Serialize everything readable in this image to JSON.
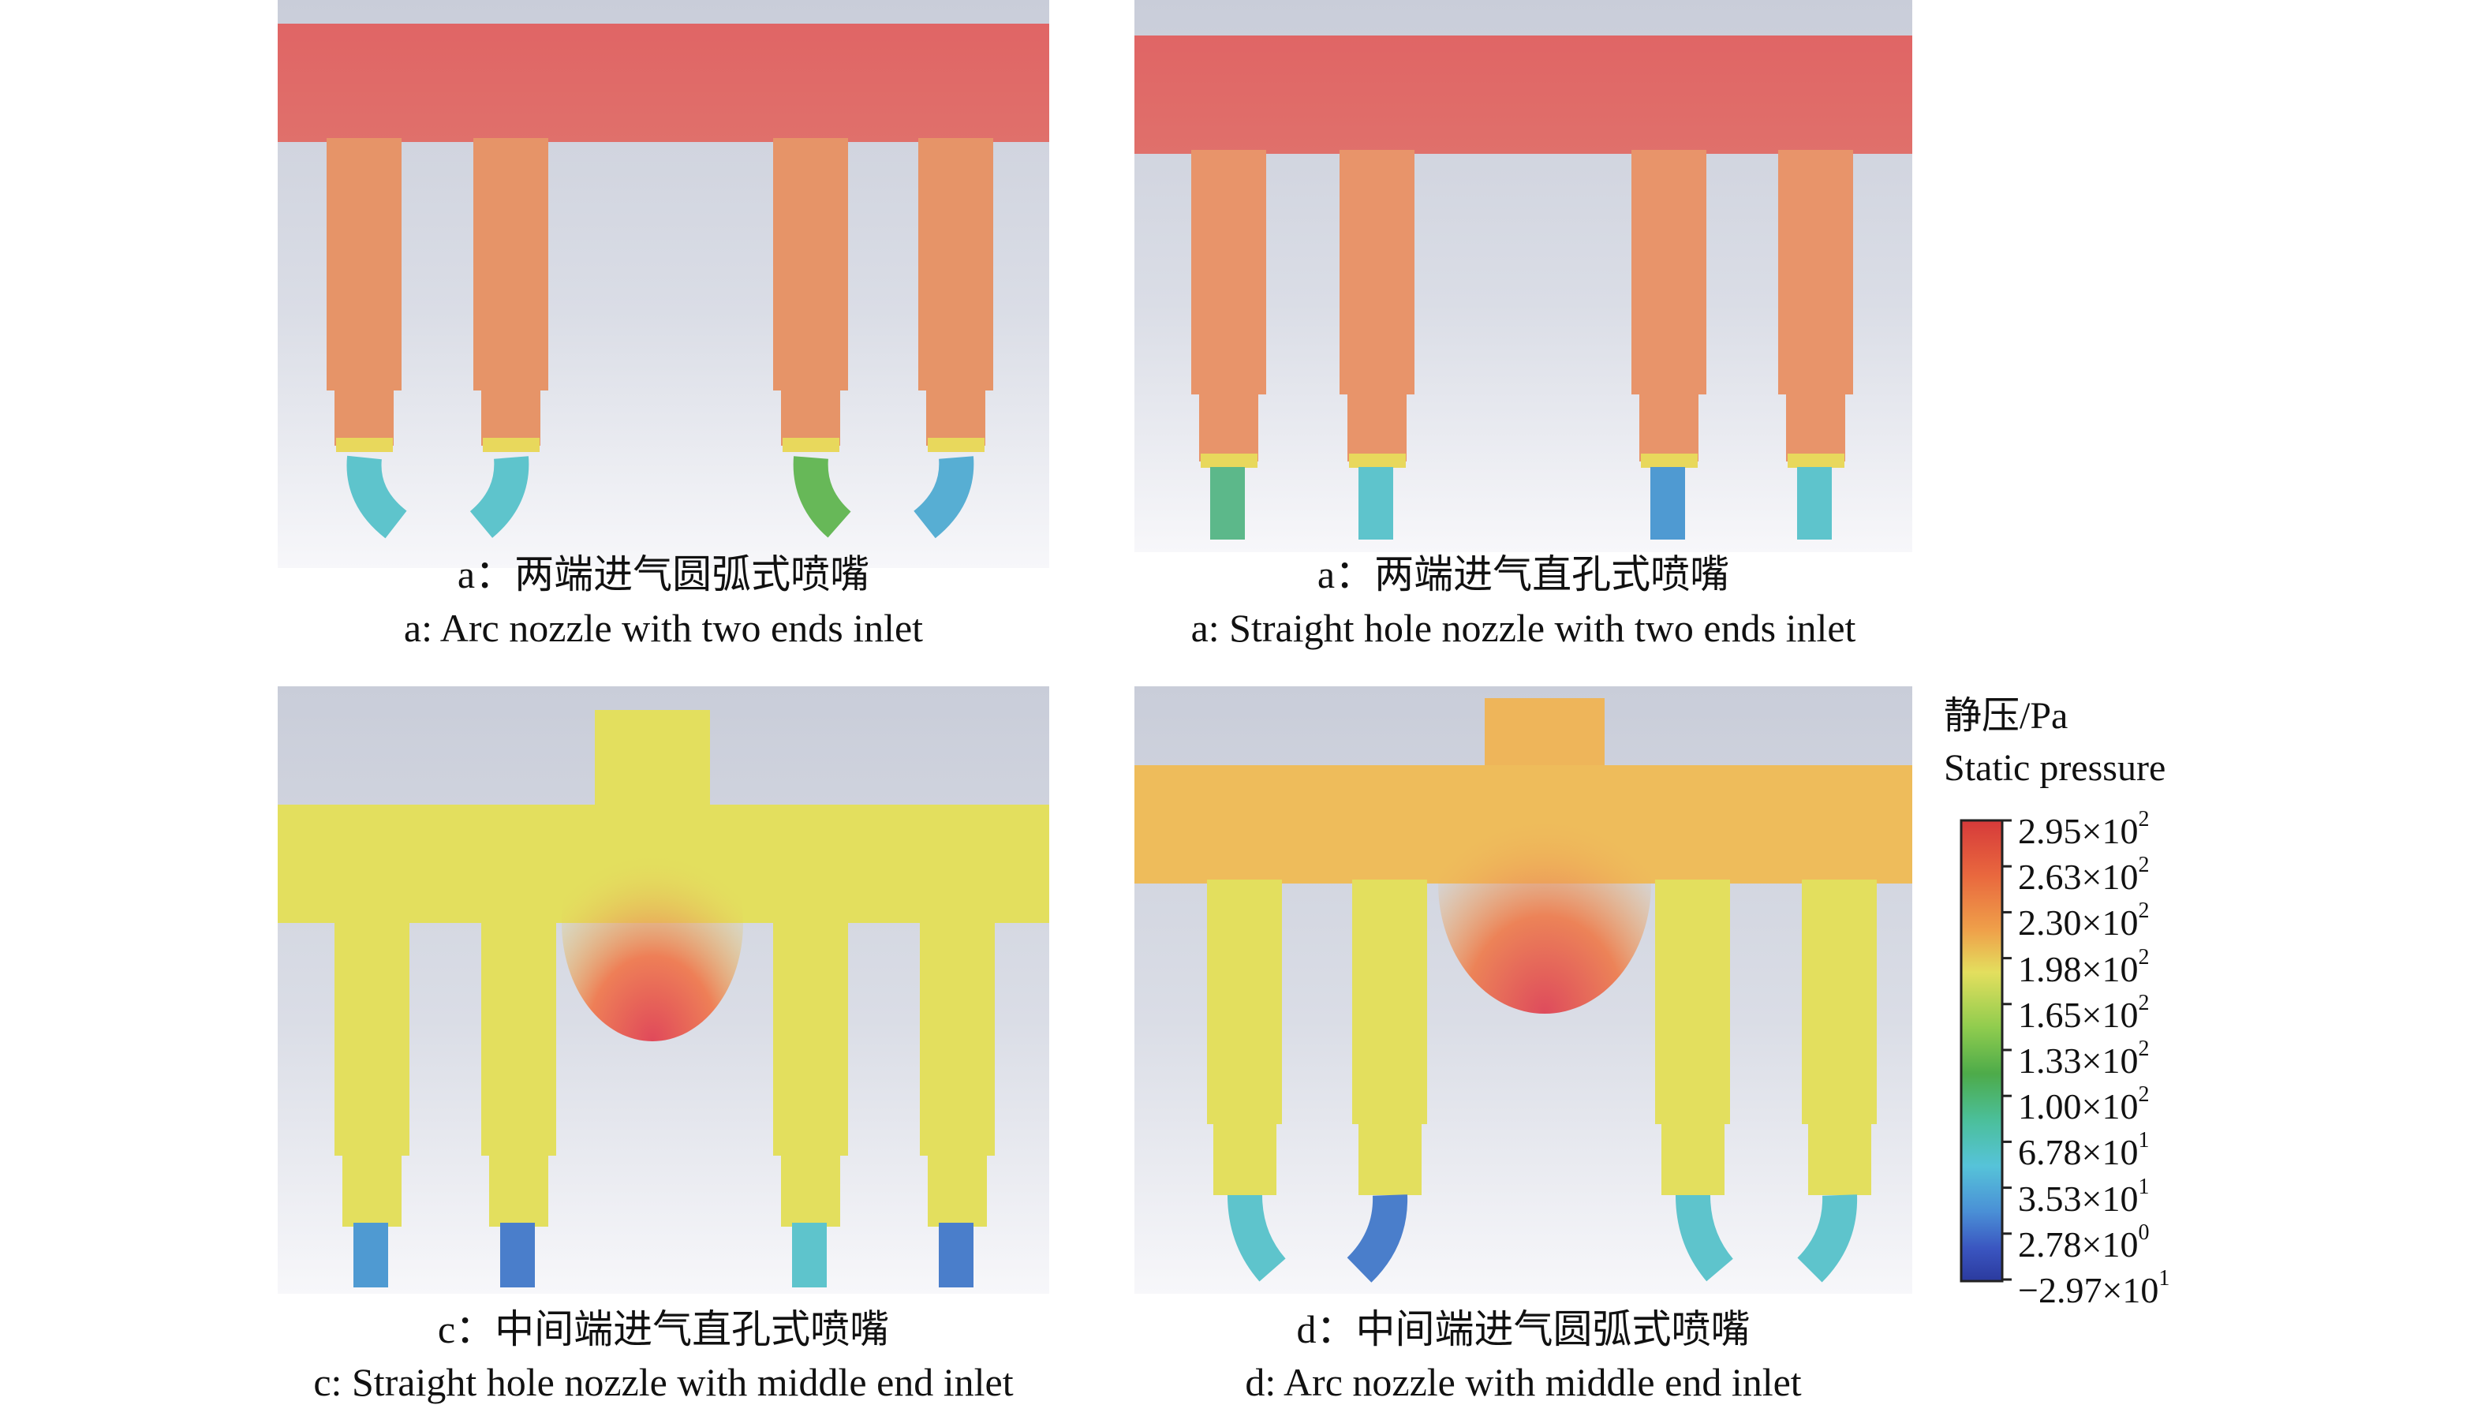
{
  "panels": [
    {
      "id": "a1",
      "caption_cn": "a：两端进气圆弧式喷嘴",
      "caption_en": "a: Arc nozzle with two ends inlet"
    },
    {
      "id": "a2",
      "caption_cn": "a：两端进气直孔式喷嘴",
      "caption_en": "a: Straight hole nozzle with two ends inlet"
    },
    {
      "id": "c",
      "caption_cn": "c：中间端进气直孔式喷嘴",
      "caption_en": "c: Straight hole nozzle with middle end inlet"
    },
    {
      "id": "d",
      "caption_cn": "d：中间端进气圆弧式喷嘴",
      "caption_en": "d: Arc nozzle with middle end inlet"
    }
  ],
  "legend": {
    "title_cn": "静压/Pa",
    "title_en": "Static pressure",
    "ticks": [
      {
        "mantissa": "2.95×10",
        "exp": "2"
      },
      {
        "mantissa": "2.63×10",
        "exp": "2"
      },
      {
        "mantissa": "2.30×10",
        "exp": "2"
      },
      {
        "mantissa": "1.98×10",
        "exp": "2"
      },
      {
        "mantissa": "1.65×10",
        "exp": "2"
      },
      {
        "mantissa": "1.33×10",
        "exp": "2"
      },
      {
        "mantissa": "1.00×10",
        "exp": "2"
      },
      {
        "mantissa": "6.78×10",
        "exp": "1"
      },
      {
        "mantissa": "3.53×10",
        "exp": "1"
      },
      {
        "mantissa": "2.78×10",
        "exp": "0"
      },
      {
        "mantissa": "−2.97×10",
        "exp": "1"
      }
    ],
    "colors": [
      "#d63a3a",
      "#e9683e",
      "#efa14a",
      "#e3df5e",
      "#8fcc4e",
      "#4dab4a",
      "#4bbf9a",
      "#56c3d9",
      "#4a8fd6",
      "#3a55c0",
      "#2b3a9e"
    ]
  }
}
